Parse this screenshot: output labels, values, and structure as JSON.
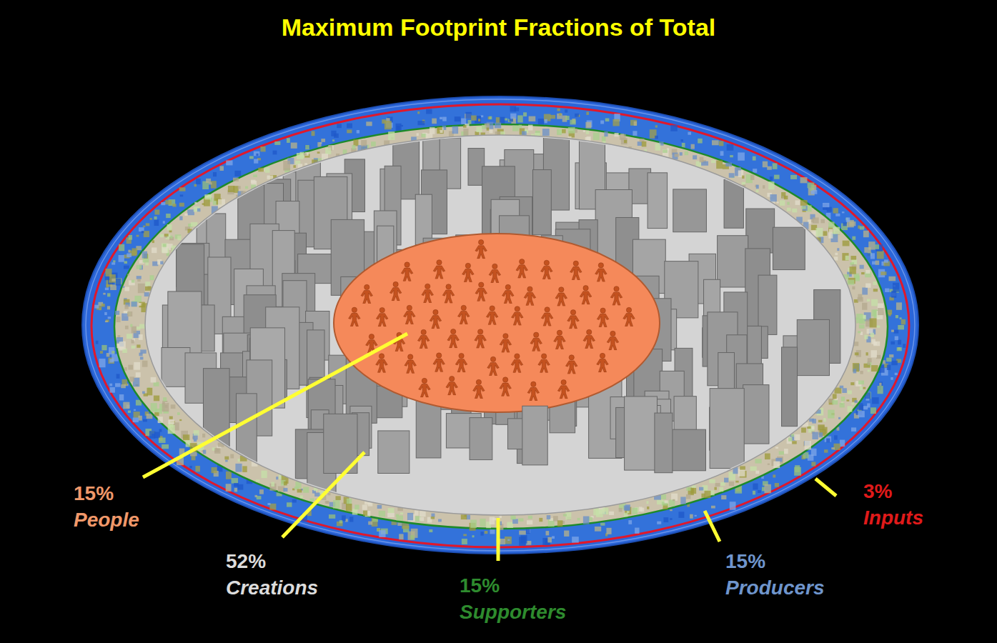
{
  "diagram": {
    "title": "Maximum Footprint Fractions of Total",
    "labels": [
      "15%",
      "People",
      "52%",
      "Creations",
      "15%",
      "Supporters",
      "15%",
      "Producers",
      "3%",
      "Inputs"
    ]
  }
}
